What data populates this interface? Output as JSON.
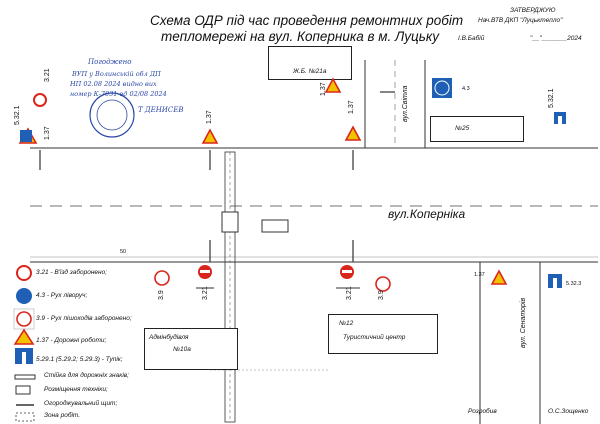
{
  "header": {
    "title_line1": "Схема ОДР під час проведення ремонтних робіт",
    "title_line2": "тепломережі на вул. Коперника в м. Луцьку"
  },
  "approval": {
    "line1": "ЗАТВЕРДЖУЮ",
    "line2": "Нач.ВТВ  ДКП \"Луцьктепло\"",
    "signatory": "І.В.Бабій",
    "date_template": "\"__\"_______2024"
  },
  "handwritten": {
    "line1": "Погоджено",
    "line2": "ВУП   у Волинській  обл  ДП",
    "line3": "НП  02.08  2024   видно  вих",
    "line4": "номер  К-7031   вд   02/08  2024",
    "line5": "Т   ДЕНИСЕВ"
  },
  "streets": {
    "main": "вул.Коперніка",
    "cross_upper": "вул.Світла",
    "cross_lower": "вул. Сенаторів"
  },
  "buildings": {
    "b21a": "Ж.Б.  №21а",
    "b25": "№25",
    "b12_num": "№12",
    "b12_name": "Туристичний центр",
    "b10a_name": "Адмінбудівля",
    "b10a_num": "№10а"
  },
  "road_marks": {
    "distance": "50"
  },
  "signs": {
    "s321": "3.21",
    "s137": "1.37",
    "s43": "4.3",
    "s39": "3.9",
    "s5321": "5.32.1",
    "s5323": "5.32.3"
  },
  "legend": [
    {
      "icon": "no-entry",
      "label": "3.21 - В'їзд заборонено;"
    },
    {
      "icon": "left-turn",
      "label": "4.3 - Рух ліворуч;"
    },
    {
      "icon": "no-pedestrians",
      "label": "3.9 - Рух пішоходів заборонено;"
    },
    {
      "icon": "road-works",
      "label": "1.37 - Дорожні роботи;"
    },
    {
      "icon": "dead-end",
      "label": "5.29.1 (5.29.2; 5.29.3) - Тупік;"
    },
    {
      "icon": "sign-stand",
      "label": "Стійка для дорожніх знаків;"
    },
    {
      "icon": "machinery",
      "label": "Розміщення техніки;"
    },
    {
      "icon": "fence",
      "label": "Огороджувальний щит;"
    },
    {
      "icon": "work-zone",
      "label": "Зона робіт."
    }
  ],
  "footer": {
    "developed": "Розробив",
    "author": "О.С.Зощенко"
  },
  "colors": {
    "sign_red": "#d9261c",
    "sign_blue": "#1f5fb5",
    "sign_yellow": "#f2c200",
    "stamp_blue": "#2b48a8"
  }
}
